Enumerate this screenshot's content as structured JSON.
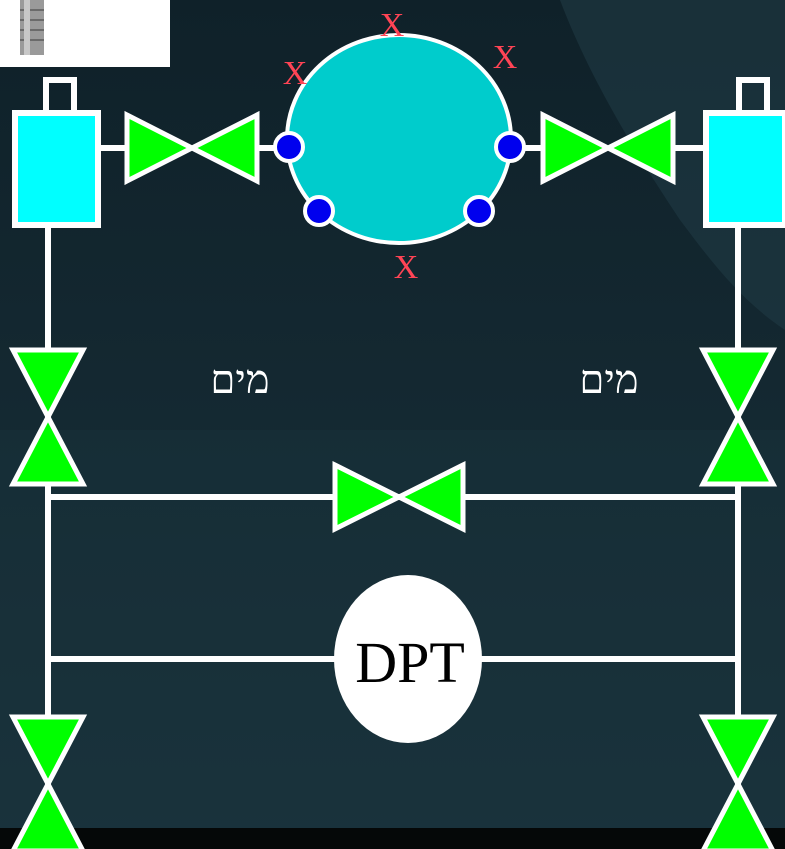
{
  "labels": {
    "water_left": "מים",
    "water_right": "מים",
    "sensor": "DPT",
    "marks": [
      "X",
      "X",
      "X",
      "X"
    ]
  },
  "colors": {
    "background": "#142a33",
    "pipe": "#ffffff",
    "valve_fill": "#00ff00",
    "valve_stroke": "#ffffff",
    "chamber_fill": "#00ffff",
    "orifice_fill": "#00cccc",
    "tap_point": "#0000ee",
    "x_mark": "#ff4455",
    "sensor_fill": "#ffffff",
    "sensor_text": "#000000"
  },
  "icons": {
    "photo": "pipe-fitting-photo",
    "valve": "gate-valve-icon"
  }
}
